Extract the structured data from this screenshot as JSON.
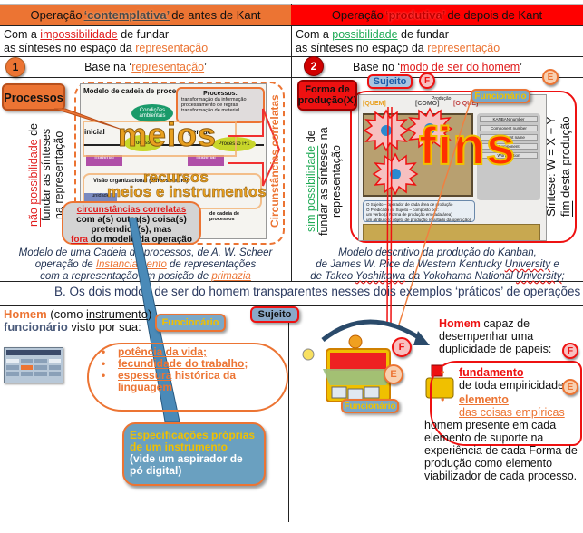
{
  "table": {
    "left_header": {
      "prefix": "Operação ",
      "keyword": "‘contemplativa’",
      "suffix": " de antes de Kant"
    },
    "right_header": {
      "prefix": "Operação ",
      "keyword": "‘produtiva’",
      "suffix": " de depois de Kant"
    },
    "left_sub": {
      "l1_prefix": "Com a ",
      "l1_keyword": "impossibilidade",
      "l1_suffix": " de fundar",
      "l2_prefix": "as sínteses no espaço da ",
      "l2_keyword": "representação"
    },
    "right_sub": {
      "l1_prefix": "Com a ",
      "l1_keyword": "possibilidade",
      "l1_suffix": " de fundar",
      "l2_prefix": "as sínteses no espaço da ",
      "l2_keyword": "representação"
    },
    "left_base": {
      "number": "1",
      "prefix": "Base na ‘",
      "keyword": "representação",
      "suffix": "’"
    },
    "right_base": {
      "number": "2",
      "prefix": "Base no ‘",
      "keyword": "modo de ser do homem",
      "suffix": "’"
    },
    "colors": {
      "left_accent": "#ec7433",
      "right_accent": "#ff0000",
      "green": "#1faa55"
    }
  },
  "left_panel": {
    "callout_processos": "Processos",
    "vertical_text": {
      "kw1": "não",
      "kw2": "possibilidade",
      "rest1": " de",
      "line2": "fundar as sínteses",
      "line3": "na representação"
    },
    "diagram": {
      "title": "Modelo de cadeia de processos",
      "condicoes": "Condições ambientais",
      "processos_box": {
        "title": "Processos:",
        "items": [
          "transformação da informação",
          "processamento de regras",
          "transformação de material"
        ]
      },
      "inicial": "inicial",
      "gerado": "gerado",
      "evento": "evento",
      "processo_i": "Processo i",
      "processo_i1": "Processo i+1",
      "material": "material",
      "visao": "Visão organizacional (infraestrutura)",
      "unidade": "unidade",
      "ref": "de cadeia de processos"
    },
    "word_meios": "meios",
    "word_recursos": "recursos",
    "word_meios_instr": "meios e instrumentos",
    "circunstancias_vertical": "Circunstâncias correlatas",
    "bubble": {
      "l1": "circunstâncias correlatas",
      "l2": "com a(s) outra(s) coisa(s)",
      "l3": "pretendida(s), mas",
      "l4_kw": "fora",
      "l4_rest": " do modelo da operação"
    },
    "caption": {
      "l1": "Modelo de uma Cadeia de processos, de A. W. Scheer",
      "l2_prefix": "operação de ",
      "l2_kw": "Instanciamento",
      "l2_suffix": " de representações",
      "l3_prefix": "com a representação em posição de ",
      "l3_kw": "primazia"
    }
  },
  "right_panel": {
    "callout_forma": "Forma de produção(X)",
    "callout_sujeito": "Sujeito",
    "callout_funcionario": "Funcionário",
    "badge_f": "F",
    "badge_e": "E",
    "vertical_text": {
      "kw1": "sim",
      "kw2": "possibilidade",
      "rest1": " de",
      "line2": "fundar as sínteses na",
      "line3": "representação"
    },
    "diagram": {
      "header_small": "Produção",
      "quem": "[QUEM]",
      "como": "[COMO]",
      "oque": "[O QUE]",
      "kanban_fields": [
        "KANBAN number",
        "Component number",
        "Component name",
        "Component",
        "Work station"
      ],
      "legend1": "O Sujeito – operador de cada área de produção",
      "legend2": "O Predicado do Sujeito – composto por:",
      "legend3": "um verbo (a Forma de produção em cada área)",
      "legend4": "um atributo (o objeto de produção resultado da operação)"
    },
    "word_fins": "fins",
    "sintese": {
      "l1": "Síntese: W = X + Y",
      "l2_kw": "fim",
      "l2_rest": " desta produção"
    },
    "caption": {
      "l1": "Modelo descritivo da produção do Kanban,",
      "l2_prefix": "de James W. Rice da Western Kentucky ",
      "l2_kw": "University",
      "l2_suffix": " e",
      "l3_prefix": "de Takeo ",
      "l3_kw1": "Yoshikawa",
      "l3_mid": " da Yokohama National ",
      "l3_kw2": "University",
      "l3_suffix": ";"
    }
  },
  "section_b": {
    "heading": "B.    Os dois modos de ser do homem transparentes nesses dois exemplos ‘práticos’ de operações",
    "left": {
      "homem": "Homem",
      "l1_rest": " (como ",
      "instrumento": "instrumento",
      "l1_end": ")",
      "funcionario": "funcionário",
      "l2_rest": " visto por sua:",
      "callout_funcionario": "Funcionário",
      "bullets": [
        {
          "kw": "potência da vida;",
          "rest": ""
        },
        {
          "kw": "fecundidade do trabalho;",
          "rest": ""
        },
        {
          "kw": "espessura",
          "rest": " histórica da linguagem"
        }
      ],
      "spec_bubble": {
        "l1": "Especificações próprias",
        "l2": "de um instrumento",
        "l3": " (vide um aspirador de",
        "l4": "pó digital)"
      }
    },
    "right": {
      "callout_sujeito": "Sujeito",
      "callout_funcionario": "Funcionário",
      "badge_f": "F",
      "badge_e": "E",
      "homem": "Homem",
      "intro": " capaz de desempenhar uma duplicidade de papeis:",
      "item1_kw": "fundamento",
      "item1_rest": "de toda empiricidade;",
      "item2_kw": "elemento",
      "item2_rest": "das coisas empíricas",
      "paragraph": "homem presente em cada elemento de suporte na experiência de cada Forma de produção como elemento viabilizador de cada processo."
    }
  }
}
